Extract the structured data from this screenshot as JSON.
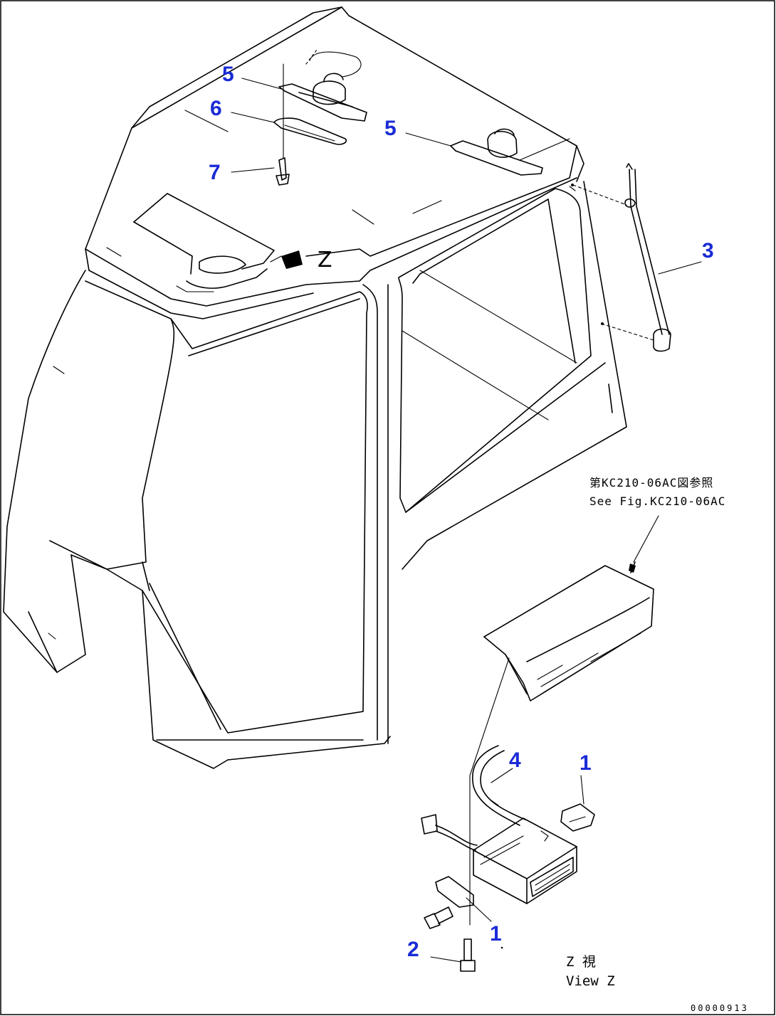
{
  "callouts": {
    "c5a": "5",
    "c6": "6",
    "c7": "7",
    "c5b": "5",
    "c3": "3",
    "c4": "4",
    "c1a": "1",
    "c1b": "1",
    "c2": "2"
  },
  "view_arrow_label": "Z",
  "reference_note": {
    "line1": "第KC210-06AC図参照",
    "line2": "See Fig.KC210-06AC"
  },
  "view_label": {
    "line1": "Z  視",
    "line2": "View Z"
  },
  "drawing_code": "00000913",
  "colors": {
    "callout": "#1a2bd6",
    "line": "#000000"
  }
}
